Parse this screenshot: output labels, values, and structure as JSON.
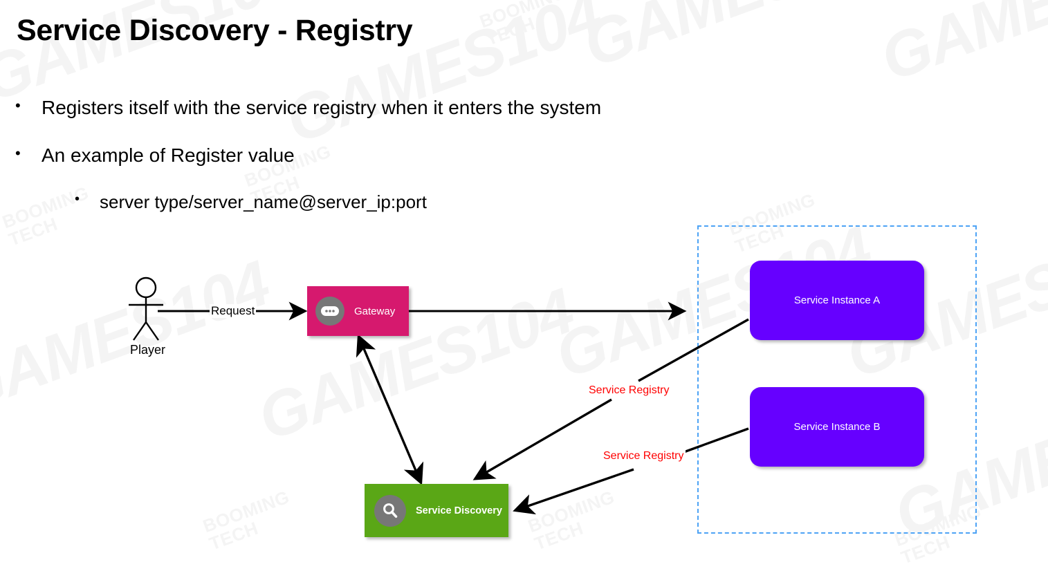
{
  "slide": {
    "title": "Service Discovery - Registry",
    "bullets": [
      {
        "level": 1,
        "marker": "•",
        "text": "Registers itself with the service registry when it enters the system"
      },
      {
        "level": 1,
        "marker": "•",
        "text": "An example of Register value"
      },
      {
        "level": 2,
        "marker": "•",
        "text": "server type/server_name@server_ip:port"
      }
    ]
  },
  "diagram": {
    "actor": {
      "label": "Player"
    },
    "nodes": {
      "gateway": {
        "label": "Gateway",
        "icon": "gateway-dots-icon",
        "color": "#d6196e"
      },
      "discovery": {
        "label": "Service Discovery",
        "icon": "magnifier-icon",
        "color": "#5aa716"
      },
      "instance_a": {
        "label": "Service Instance A",
        "color": "#6600ff"
      },
      "instance_b": {
        "label": "Service Instance B",
        "color": "#6600ff"
      }
    },
    "edges": [
      {
        "label": "Request",
        "from": "player",
        "to": "gateway"
      },
      {
        "label": "",
        "from": "gateway",
        "to": "zone"
      },
      {
        "label": "",
        "from": "gateway",
        "to": "discovery",
        "bidirectional": true
      },
      {
        "label": "Service Registry",
        "from": "instance_a",
        "to": "discovery",
        "color": "#ff0000"
      },
      {
        "label": "Service Registry",
        "from": "instance_b",
        "to": "discovery",
        "color": "#ff0000"
      }
    ],
    "zone_boundary": {
      "style": "dashed",
      "color": "#4da3f5"
    }
  },
  "watermarks": {
    "brand_primary": "GAMES104",
    "brand_secondary_line1": "BOOMING",
    "brand_secondary_line2": "TECH"
  }
}
